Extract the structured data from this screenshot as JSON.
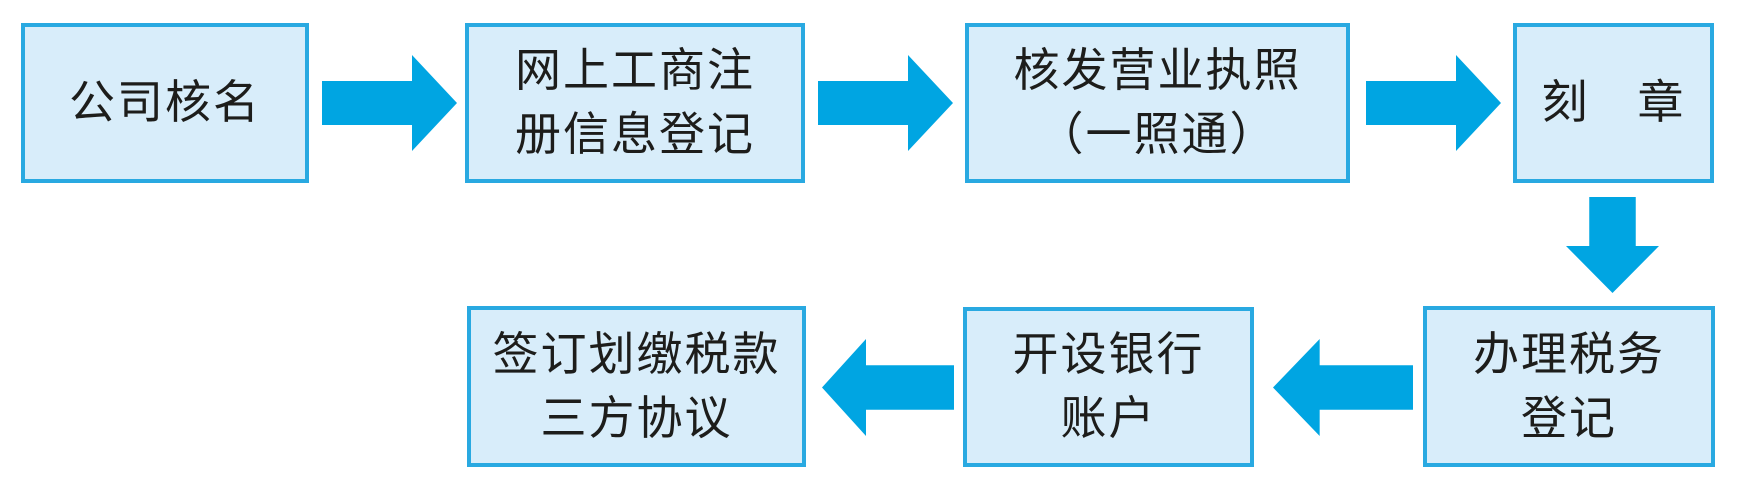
{
  "flowchart": {
    "colors": {
      "background": "#ffffff",
      "box_fill": "#d8edfa",
      "box_border": "#29a9e1",
      "arrow": "#00a5e2",
      "text": "#1d1d1b"
    },
    "steps": [
      {
        "id": "company-name-check",
        "lines": [
          "公司核名"
        ]
      },
      {
        "id": "online-registration",
        "lines": [
          "网上工商注",
          "册信息登记"
        ]
      },
      {
        "id": "issue-license",
        "lines": [
          "核发营业执照",
          "（一照通）"
        ]
      },
      {
        "id": "seal-engraving",
        "lines": [
          "刻　章"
        ]
      },
      {
        "id": "tax-registration",
        "lines": [
          "办理税务",
          "登记"
        ]
      },
      {
        "id": "open-bank-account",
        "lines": [
          "开设银行",
          "账户"
        ]
      },
      {
        "id": "tripartite-agreement",
        "lines": [
          "签订划缴税款",
          "三方协议"
        ]
      }
    ],
    "arrows": [
      {
        "from": "company-name-check",
        "to": "online-registration",
        "direction": "right"
      },
      {
        "from": "online-registration",
        "to": "issue-license",
        "direction": "right"
      },
      {
        "from": "issue-license",
        "to": "seal-engraving",
        "direction": "right"
      },
      {
        "from": "seal-engraving",
        "to": "tax-registration",
        "direction": "down"
      },
      {
        "from": "tax-registration",
        "to": "open-bank-account",
        "direction": "left"
      },
      {
        "from": "open-bank-account",
        "to": "tripartite-agreement",
        "direction": "left"
      }
    ]
  }
}
